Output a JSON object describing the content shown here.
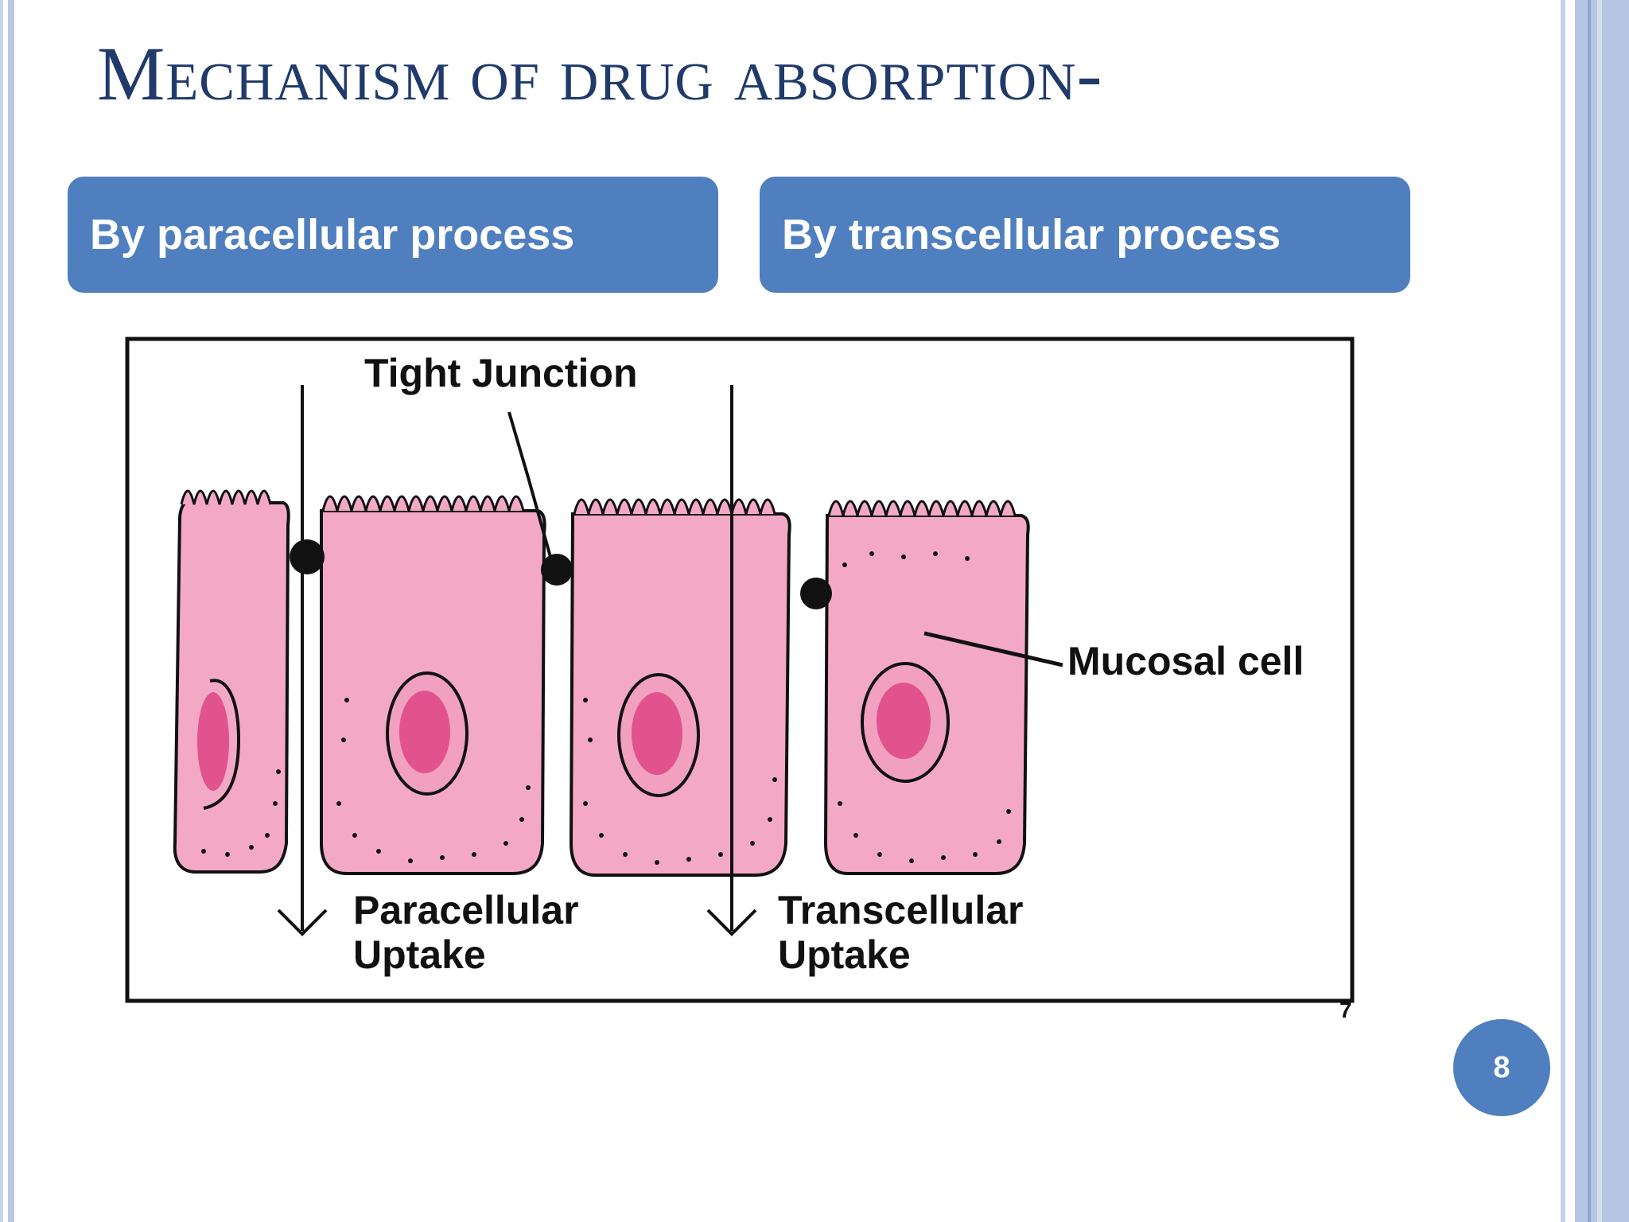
{
  "slide": {
    "title": "Mechanism of drug absorption-",
    "tags": {
      "left": "By paracellular process",
      "right": "By transcellular process"
    },
    "page_number": "8"
  },
  "figure": {
    "labels": {
      "tight_junction": "Tight Junction",
      "mucosal_cell": "Mucosal cell",
      "paracellular_line1": "Paracellular",
      "paracellular_line2": "Uptake",
      "transcellular_line1": "Transcellular",
      "transcellular_line2": "Uptake",
      "reference": "7"
    },
    "colors": {
      "cell_fill": "#f3a9c6",
      "nucleus_fill": "#e2528f",
      "outline": "#111111"
    }
  }
}
